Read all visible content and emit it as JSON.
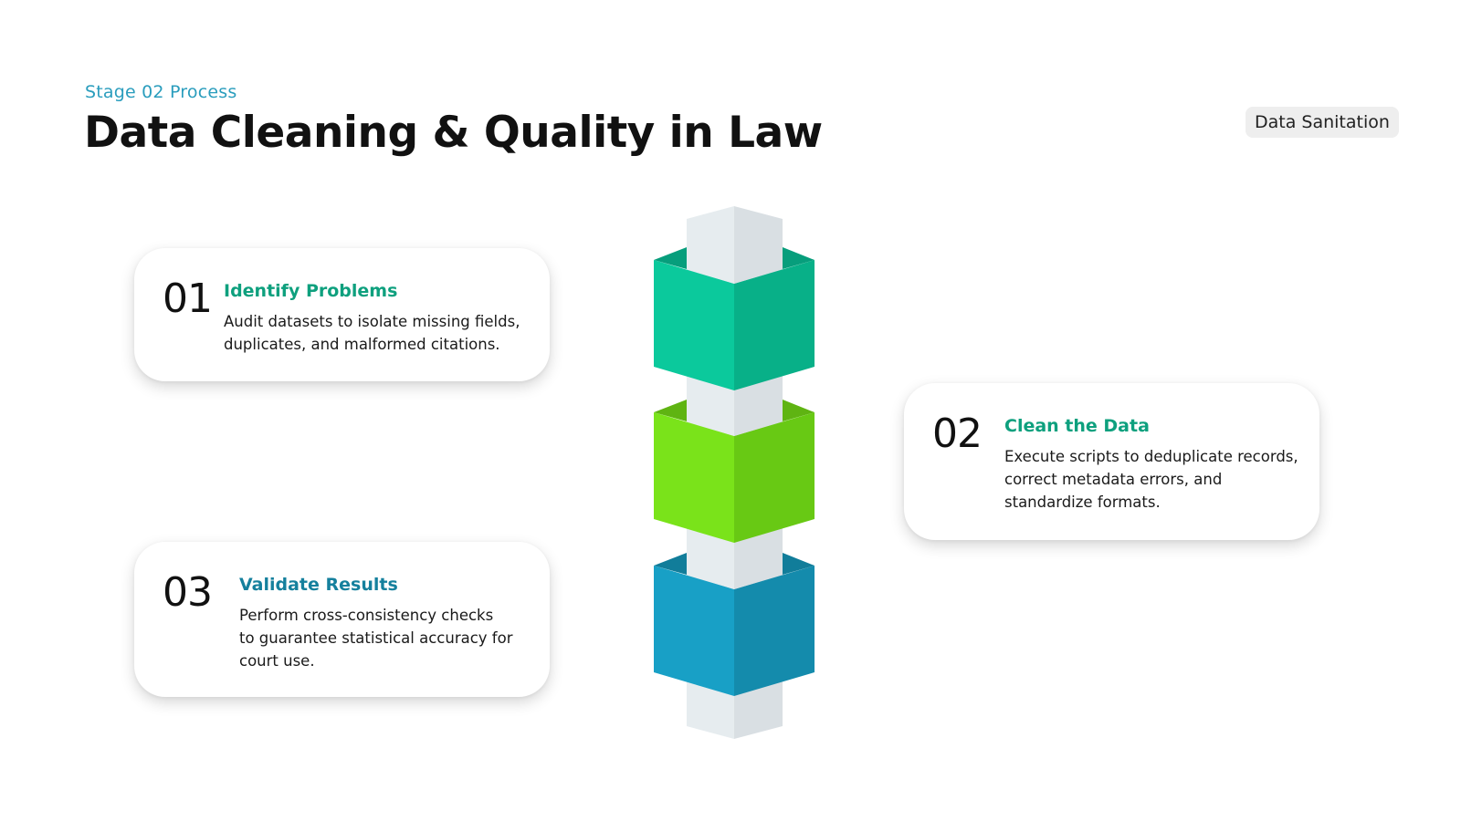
{
  "header": {
    "eyebrow": "Stage 02 Process",
    "title": "Data Cleaning & Quality in Law",
    "tag": "Data Sanitation"
  },
  "steps": [
    {
      "number": "01",
      "title": "Identify Problems",
      "description": "Audit datasets to isolate missing fields, duplicates, and malformed citations."
    },
    {
      "number": "02",
      "title": "Clean the Data",
      "description": "Execute scripts to deduplicate records, correct metadata errors, and standardize formats."
    },
    {
      "number": "03",
      "title": "Validate Results",
      "description": "Perform cross-consistency checks to guarantee statistical accuracy for court use."
    }
  ],
  "colors": {
    "accent_teal": "#0ea07e",
    "accent_blue": "#15809d",
    "eyebrow": "#2a9dbd",
    "cube_green_teal": "#0bc99c",
    "cube_lime": "#7ae31a",
    "cube_blue": "#18a0c6",
    "column_light": "#e5eaed"
  }
}
